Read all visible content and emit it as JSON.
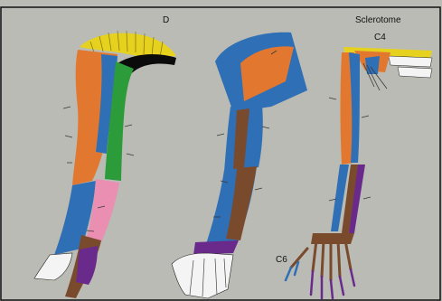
{
  "figure": {
    "panel_label": "D",
    "sclerotome_title": "Sclerotome",
    "top_label": "C4",
    "bottom_label": "C6"
  },
  "colors": {
    "background": "#b9bbb4",
    "frame": "#111111",
    "yellow": "#e6d21e",
    "orange": "#e2782f",
    "blue": "#2f6fb5",
    "green": "#2c9b3a",
    "pink": "#ea8fb2",
    "brown": "#7a4a2c",
    "purple": "#6a2a8c",
    "white": "#f4f4f4",
    "black": "#0b0b0b"
  }
}
